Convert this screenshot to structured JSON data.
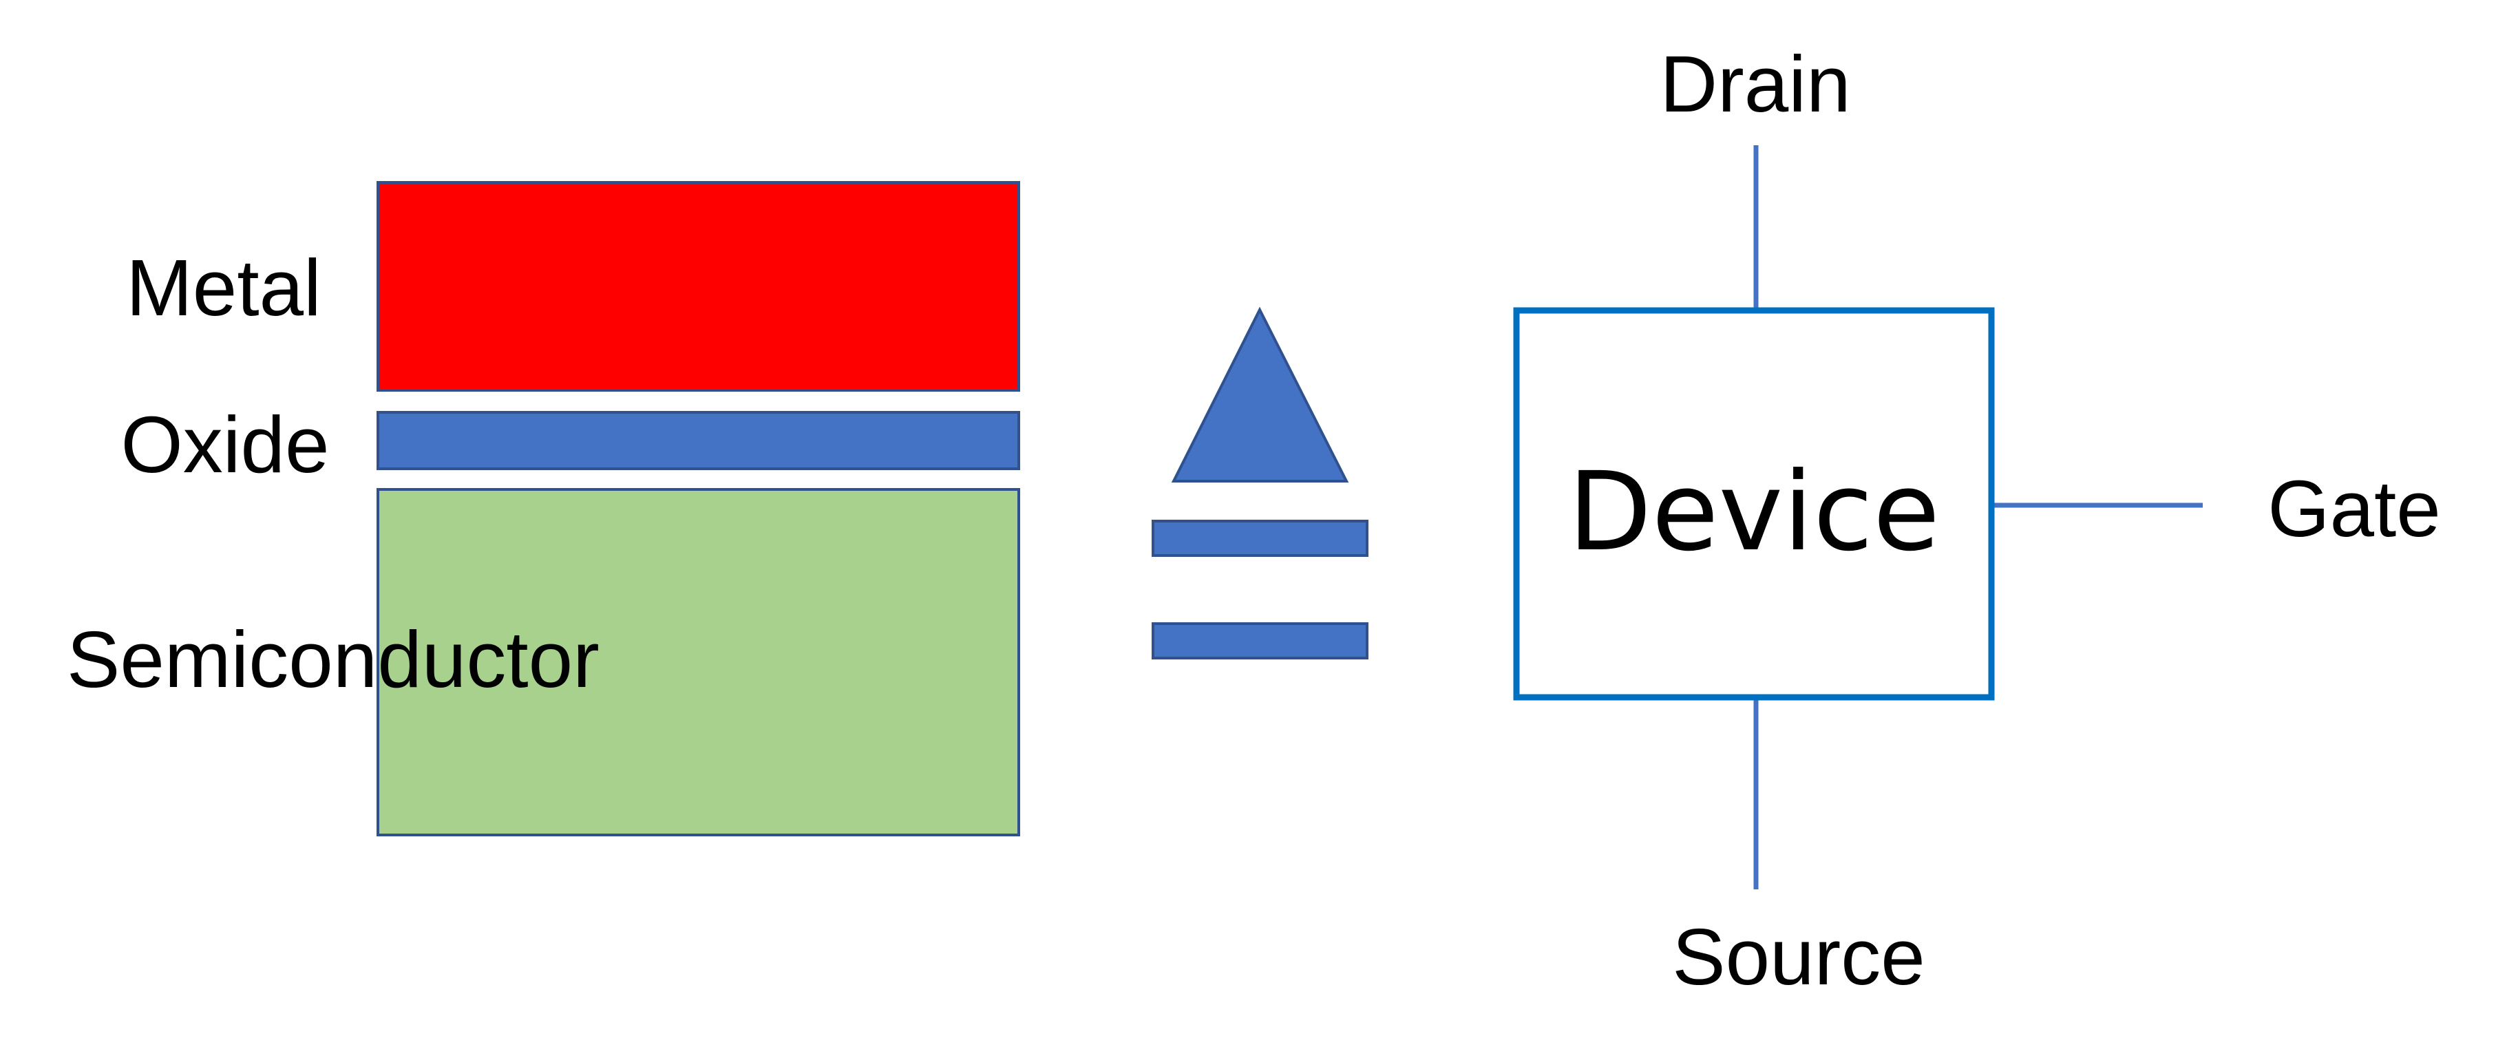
{
  "layers": {
    "metal": {
      "label": "Metal",
      "color": "#FF0000"
    },
    "oxide": {
      "label": "Oxide",
      "color": "#4472C4"
    },
    "semiconductor": {
      "label": "Semiconductor",
      "color": "#A9D18E"
    }
  },
  "equivalence_symbol": {
    "icon": "corresponds-to-icon",
    "color": "#4472C4"
  },
  "device": {
    "label": "Device",
    "border_color": "#0070C0",
    "terminals": {
      "drain": "Drain",
      "gate": "Gate",
      "source": "Source"
    },
    "lead_color": "#4472C4"
  }
}
